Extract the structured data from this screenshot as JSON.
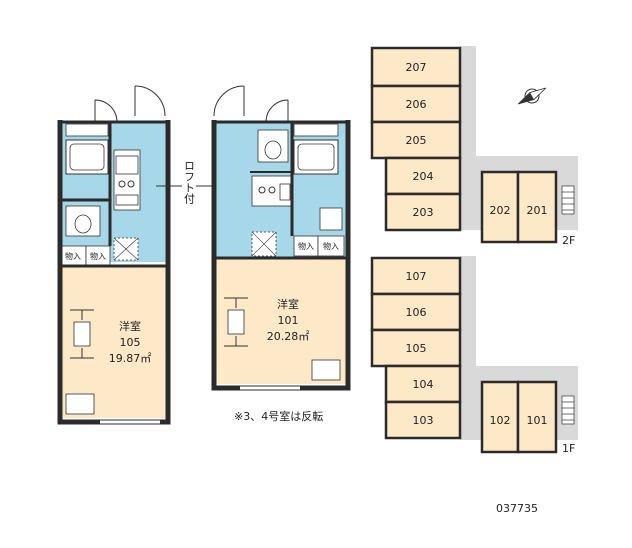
{
  "plans": {
    "left": {
      "room_type": "洋室",
      "unit": "105",
      "area": "19.87㎡",
      "storage_left": "物入",
      "storage_right": "物入"
    },
    "right": {
      "room_type": "洋室",
      "unit": "101",
      "area": "20.28㎡",
      "storage_left": "物入",
      "storage_right": "物入"
    },
    "loft_label": "ロフト付",
    "note": "※3、4号室は反転"
  },
  "floors": {
    "second": {
      "label": "2F",
      "row_units": [
        "207",
        "206",
        "205",
        "204",
        "203"
      ],
      "pair_units": [
        "202",
        "201"
      ]
    },
    "first": {
      "label": "1F",
      "row_units": [
        "107",
        "106",
        "105",
        "104",
        "103"
      ],
      "pair_units": [
        "102",
        "101"
      ]
    }
  },
  "colors": {
    "room_floor": "#fde8c8",
    "wet_area": "#a6d8ea",
    "walls": "#2b2b2b",
    "corridor": "#d9d9d9"
  },
  "icons": [
    "compass-icon"
  ],
  "code": "037735"
}
